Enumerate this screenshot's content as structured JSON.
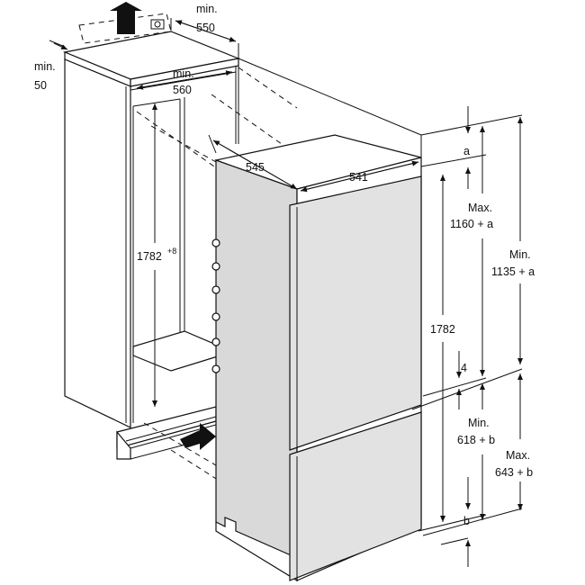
{
  "labels": {
    "top_min_550_a": "min.",
    "top_min_550_b": "550",
    "side_min_50_a": "min.",
    "side_min_50_b": "50",
    "inner_min_560_a": "min.",
    "inner_min_560_b": "560",
    "niche_height": "1782",
    "niche_height_tol": "+8",
    "depth_545": "545",
    "width_541": "541",
    "appliance_height": "1782",
    "gap_a": "a",
    "max_1160_a": "Max.",
    "max_1160_b": "1160 + a",
    "min_1135_a": "Min.",
    "min_1135_b": "1135 + a",
    "gap_4": "4",
    "min_618_a": "Min.",
    "min_618_b": "618 + b",
    "max_643_a": "Max.",
    "max_643_b": "643 + b",
    "gap_b": "b"
  }
}
